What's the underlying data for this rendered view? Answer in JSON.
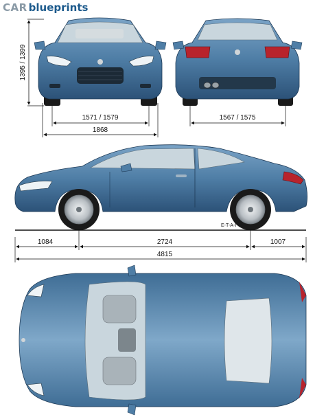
{
  "logo": {
    "part1": "CAR",
    "part2": "blueprints"
  },
  "dimensions": {
    "height": "1395 / 1399",
    "front_track": "1571 / 1579",
    "width": "1868",
    "rear_track": "1567 / 1575",
    "front_overhang": "1084",
    "wheelbase": "2724",
    "rear_overhang": "1007",
    "length": "4815"
  },
  "side_tag": "E-T-A-I",
  "colors": {
    "body": "#4f7ea6",
    "body_dark": "#2c5278",
    "glass": "#c9d6dd",
    "tire": "#1a1a1a",
    "rim": "#c7ccd0",
    "line": "#111111"
  },
  "views": [
    "front-view",
    "rear-view",
    "side-view",
    "top-view"
  ]
}
